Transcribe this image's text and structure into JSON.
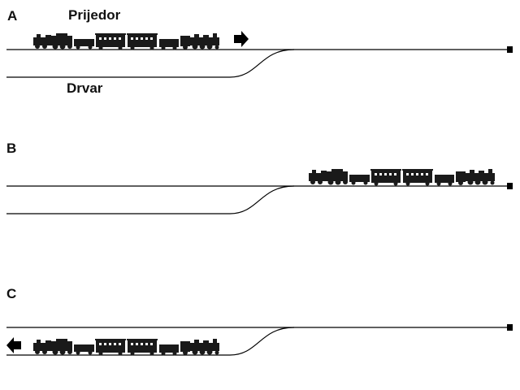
{
  "panels": [
    {
      "label": "A",
      "train_position": "main-left",
      "direction": "right"
    },
    {
      "label": "B",
      "train_position": "main-right",
      "direction": "none"
    },
    {
      "label": "C",
      "train_position": "branch-left",
      "direction": "left"
    }
  ],
  "stations": {
    "main_line": "Prijedor",
    "branch_line": "Drvar"
  },
  "colors": {
    "track": "#000000",
    "train": "#1a1a1a",
    "window": "#ffffff",
    "background": "#ffffff"
  },
  "icons": {
    "train": "steam-train-icon",
    "arrow_right": "arrow-right-icon",
    "arrow_left": "arrow-left-icon",
    "track_end": "buffer-stop-icon"
  }
}
